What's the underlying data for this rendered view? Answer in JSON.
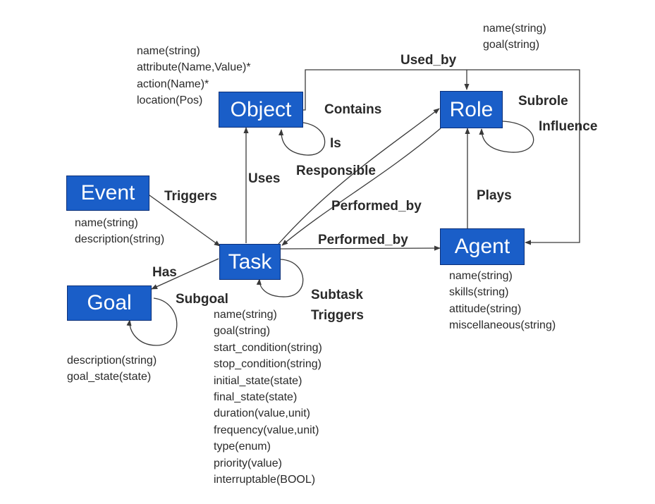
{
  "entities": {
    "object": "Object",
    "role": "Role",
    "event": "Event",
    "task": "Task",
    "goal": "Goal",
    "agent": "Agent"
  },
  "relations": {
    "used_by": "Used_by",
    "contains": "Contains",
    "is": "Is",
    "subrole": "Subrole",
    "influence": "Influence",
    "uses": "Uses",
    "responsible": "Responsible",
    "triggers": "Triggers",
    "performed_by_1": "Performed_by",
    "plays": "Plays",
    "performed_by_2": "Performed_by",
    "has": "Has",
    "subgoal": "Subgoal",
    "subtask": "Subtask",
    "task_triggers": "Triggers"
  },
  "attributes": {
    "object": [
      "name(string)",
      "attribute(Name,Value)*",
      "action(Name)*",
      "location(Pos)"
    ],
    "role": [
      "name(string)",
      "goal(string)"
    ],
    "event": [
      "name(string)",
      "description(string)"
    ],
    "agent": [
      "name(string)",
      "skills(string)",
      "attitude(string)",
      "miscellaneous(string)"
    ],
    "goal": [
      "description(string)",
      "goal_state(state)"
    ],
    "task": [
      "name(string)",
      "goal(string)",
      "start_condition(string)",
      "stop_condition(string)",
      "initial_state(state)",
      "final_state(state)",
      "duration(value,unit)",
      "frequency(value,unit)",
      "type(enum)",
      "priority(value)",
      "interruptable(BOOL)"
    ]
  },
  "colors": {
    "entity_fill": "#1a5ec8",
    "entity_text": "#ffffff",
    "line": "#3a3a3a"
  }
}
